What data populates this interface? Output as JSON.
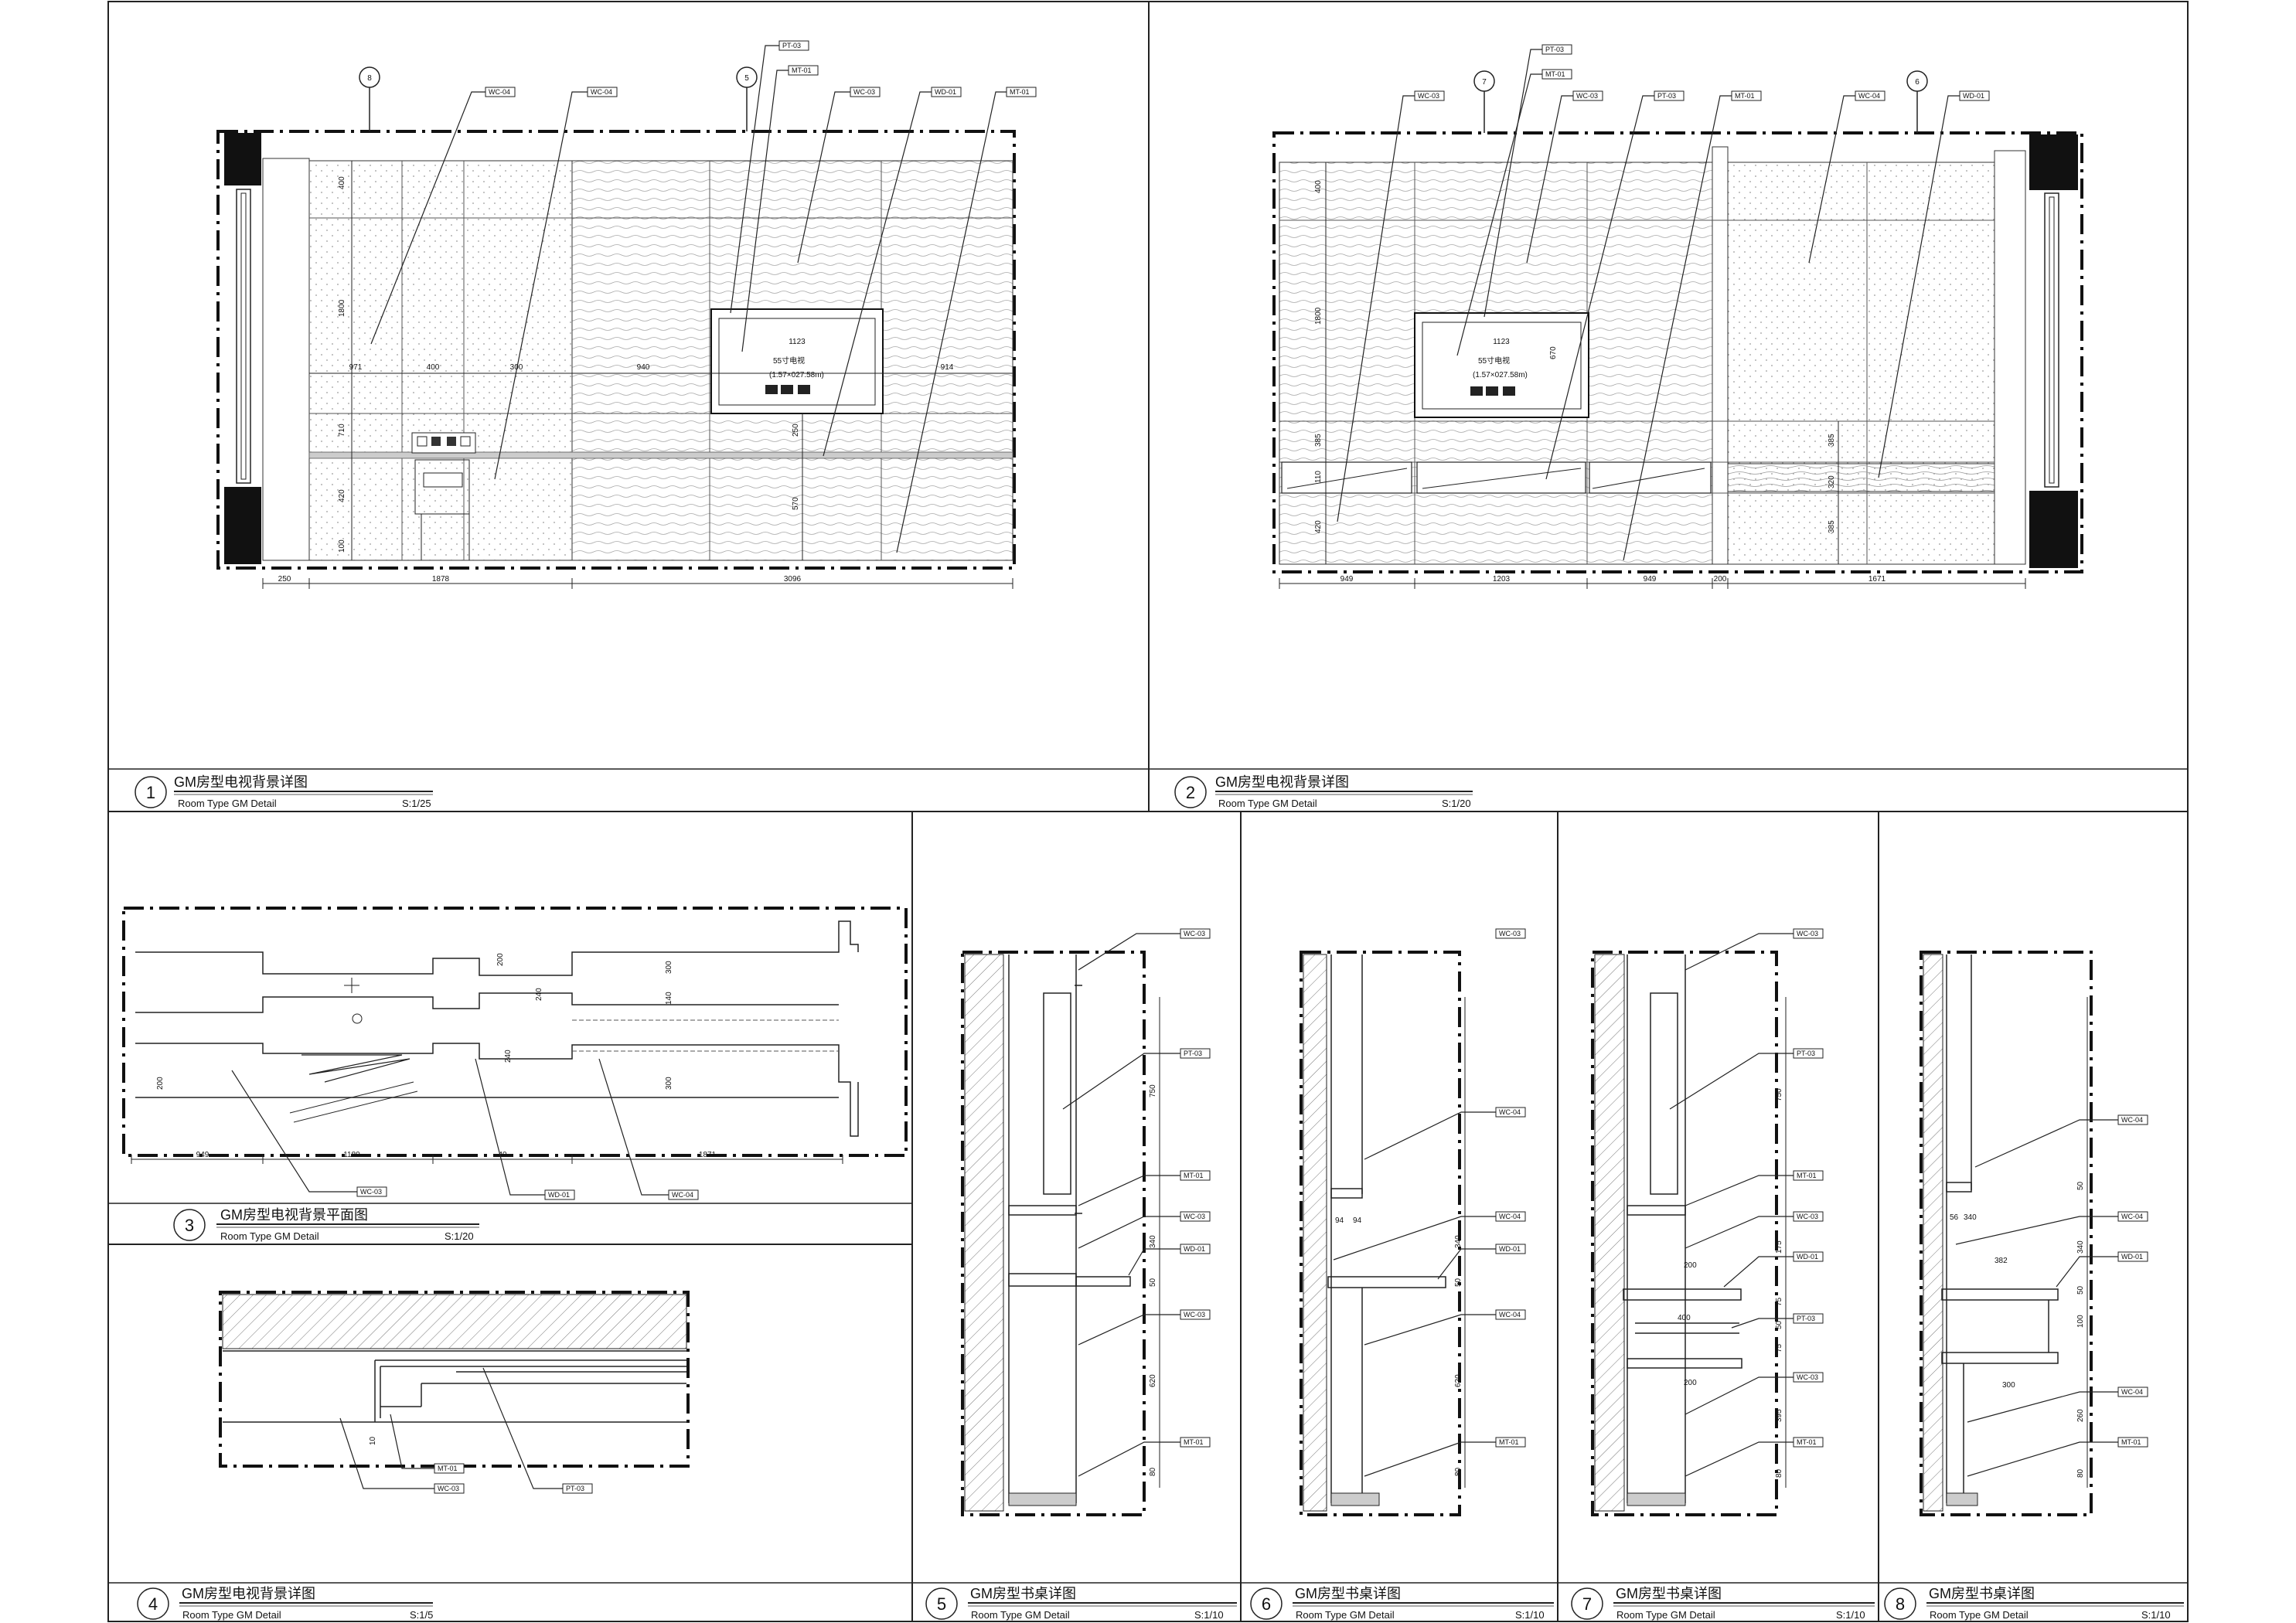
{
  "panels": [
    {
      "num": "1",
      "title": "GM房型电视背景详图",
      "subtitle": "Room Type GM Detail",
      "scale": "S:1/25"
    },
    {
      "num": "2",
      "title": "GM房型电视背景详图",
      "subtitle": "Room Type GM Detail",
      "scale": "S:1/20"
    },
    {
      "num": "3",
      "title": "GM房型电视背景平面图",
      "subtitle": "Room Type GM Detail",
      "scale": "S:1/20"
    },
    {
      "num": "4",
      "title": "GM房型电视背景详图",
      "subtitle": "Room Type GM Detail",
      "scale": "S:1/5"
    },
    {
      "num": "5",
      "title": "GM房型书桌详图",
      "subtitle": "Room Type GM Detail",
      "scale": "S:1/10"
    },
    {
      "num": "6",
      "title": "GM房型书桌详图",
      "subtitle": "Room Type GM Detail",
      "scale": "S:1/10"
    },
    {
      "num": "7",
      "title": "GM房型书桌详图",
      "subtitle": "Room Type GM Detail",
      "scale": "S:1/10"
    },
    {
      "num": "8",
      "title": "GM房型书桌详图",
      "subtitle": "Room Type GM Detail",
      "scale": "S:1/10"
    }
  ],
  "elev1": {
    "tags": [
      "WC-04",
      "WC-04",
      "PT-03",
      "MT-01",
      "WC-03",
      "WD-01",
      "MT-01"
    ],
    "markers": [
      "8",
      "5"
    ],
    "dims_bottom": [
      "250",
      "1878",
      "3096"
    ],
    "dims_mid": [
      "971",
      "400",
      "300",
      "940",
      "914"
    ],
    "dims_left": [
      "400",
      "1800",
      "710",
      "420",
      "100"
    ],
    "dims_right": [
      "250",
      "570"
    ],
    "tv_dim": "1123",
    "tv_label": "55寸电视",
    "tv_note": "(1.57×027.58m)"
  },
  "elev2": {
    "tags": [
      "WC-03",
      "PT-03",
      "MT-01",
      "WC-03",
      "PT-03",
      "MT-01",
      "WC-04",
      "WD-01"
    ],
    "markers": [
      "7",
      "6"
    ],
    "dims_bottom": [
      "949",
      "1203",
      "949",
      "200",
      "1671"
    ],
    "dims_left": [
      "400",
      "1800",
      "385",
      "110",
      "420"
    ],
    "dims_right": [
      "385",
      "320",
      "385"
    ],
    "tv_dim": "1123",
    "tv_side": "670",
    "tv_label": "55寸电视",
    "tv_note": "(1.57×027.58m)"
  },
  "plan3": {
    "tags": [
      "WC-03",
      "WD-01",
      "WC-04"
    ],
    "dims_bottom": [
      "949",
      "1180",
      "40",
      "1871"
    ],
    "dims_v": [
      "200",
      "300",
      "140",
      "200",
      "300",
      "240",
      "240"
    ]
  },
  "detail4": {
    "tags": [
      "MT-01",
      "WC-03",
      "PT-03"
    ],
    "dim": "10"
  },
  "sect5": {
    "tags": [
      "WC-03",
      "PT-03",
      "MT-01",
      "WC-03",
      "WD-01",
      "WC-03",
      "MT-01"
    ],
    "dims": [
      "750",
      "340",
      "50",
      "620",
      "80"
    ]
  },
  "sect6": {
    "tags": [
      "WC-03",
      "WC-04",
      "WC-04",
      "WD-01",
      "WC-04",
      "MT-01"
    ],
    "dims": [
      "94",
      "94",
      "340",
      "50",
      "620",
      "80"
    ],
    "dim_h": "94"
  },
  "sect7": {
    "tags": [
      "WC-03",
      "PT-03",
      "MT-01",
      "WC-03",
      "WD-01",
      "PT-03",
      "WC-03",
      "MT-01"
    ],
    "dims": [
      "750",
      "175",
      "75",
      "50",
      "75",
      "395",
      "80"
    ],
    "dim_h": [
      "200",
      "400",
      "200"
    ]
  },
  "sect8": {
    "tags": [
      "WC-04",
      "WC-04",
      "WD-01",
      "WC-04",
      "MT-01"
    ],
    "dims": [
      "50",
      "340",
      "50",
      "100",
      "260",
      "80"
    ],
    "dim_h": [
      "56",
      "340",
      "382",
      "300"
    ]
  }
}
